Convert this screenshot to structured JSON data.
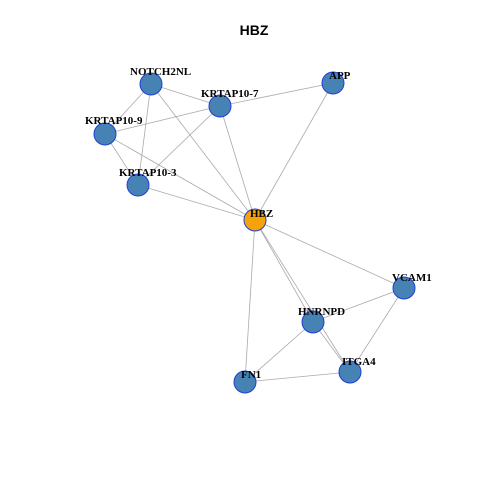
{
  "title": "HBZ",
  "colors": {
    "center": "#f5a30a",
    "node": "#4682b4",
    "node_border": "#1f3fd6",
    "edge": "#aaaaaa"
  },
  "nodes": [
    {
      "id": "HBZ",
      "label": "HBZ",
      "center": true
    },
    {
      "id": "NOTCH2NL",
      "label": "NOTCH2NL",
      "center": false
    },
    {
      "id": "KRTAP10-7",
      "label": "KRTAP10-7",
      "center": false
    },
    {
      "id": "APP",
      "label": "APP",
      "center": false
    },
    {
      "id": "KRTAP10-9",
      "label": "KRTAP10-9",
      "center": false
    },
    {
      "id": "KRTAP10-3",
      "label": "KRTAP10-3",
      "center": false
    },
    {
      "id": "VCAM1",
      "label": "VCAM1",
      "center": false
    },
    {
      "id": "HNRNPD",
      "label": "HNRNPD",
      "center": false
    },
    {
      "id": "ITGA4",
      "label": "ITGA4",
      "center": false
    },
    {
      "id": "FN1",
      "label": "FN1",
      "center": false
    }
  ],
  "edges": [
    [
      "NOTCH2NL",
      "KRTAP10-7"
    ],
    [
      "NOTCH2NL",
      "KRTAP10-9"
    ],
    [
      "NOTCH2NL",
      "KRTAP10-3"
    ],
    [
      "NOTCH2NL",
      "HBZ"
    ],
    [
      "KRTAP10-7",
      "APP"
    ],
    [
      "KRTAP10-7",
      "KRTAP10-9"
    ],
    [
      "KRTAP10-7",
      "KRTAP10-3"
    ],
    [
      "KRTAP10-7",
      "HBZ"
    ],
    [
      "APP",
      "HBZ"
    ],
    [
      "KRTAP10-9",
      "KRTAP10-3"
    ],
    [
      "KRTAP10-9",
      "HBZ"
    ],
    [
      "KRTAP10-3",
      "HBZ"
    ],
    [
      "HBZ",
      "VCAM1"
    ],
    [
      "HBZ",
      "HNRNPD"
    ],
    [
      "HBZ",
      "ITGA4"
    ],
    [
      "HBZ",
      "FN1"
    ],
    [
      "VCAM1",
      "HNRNPD"
    ],
    [
      "VCAM1",
      "ITGA4"
    ],
    [
      "HNRNPD",
      "FN1"
    ],
    [
      "HNRNPD",
      "ITGA4"
    ],
    [
      "FN1",
      "ITGA4"
    ]
  ]
}
